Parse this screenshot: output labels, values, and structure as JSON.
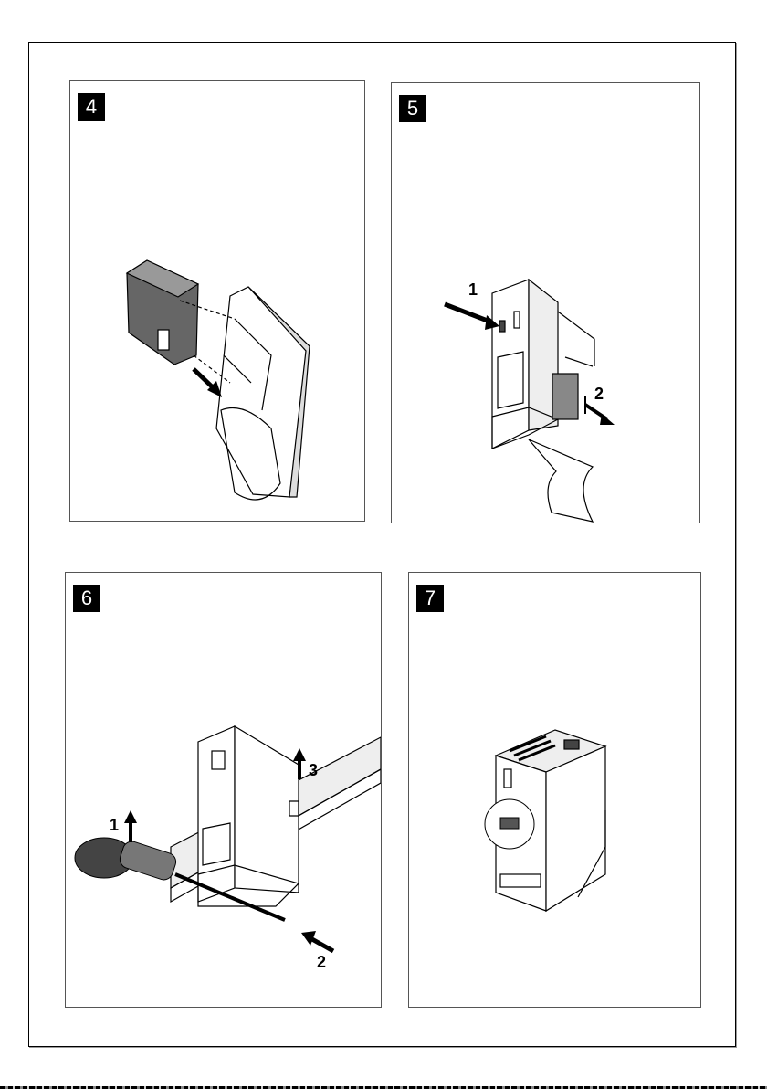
{
  "panels": [
    {
      "step": "4",
      "labels": []
    },
    {
      "step": "5",
      "labels": [
        "1",
        "2"
      ]
    },
    {
      "step": "6",
      "labels": [
        "1",
        "3",
        "2"
      ]
    },
    {
      "step": "7",
      "labels": []
    }
  ],
  "colors": {
    "badge": "#000000",
    "badge_text": "#ffffff",
    "border": "#000000"
  }
}
